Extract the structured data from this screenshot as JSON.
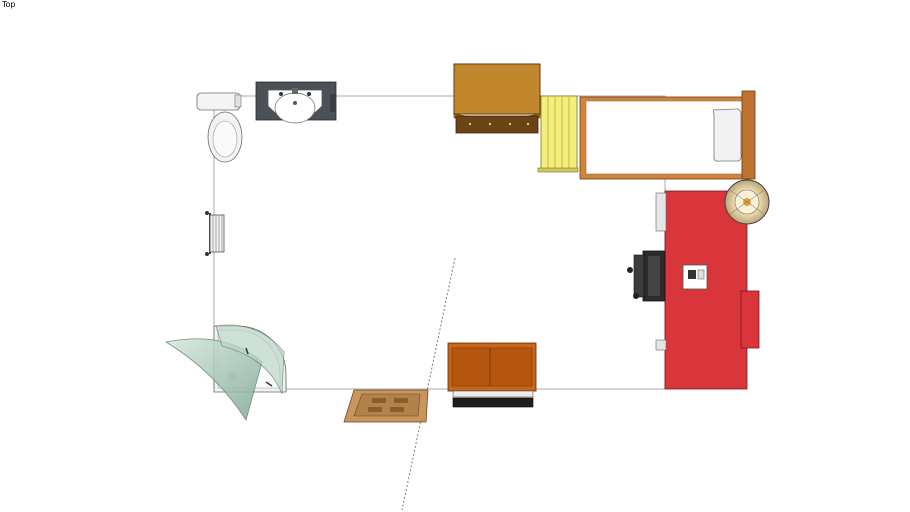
{
  "view": {
    "label": "Top"
  },
  "scene": {
    "objects": [
      {
        "name": "toilet"
      },
      {
        "name": "bathroom-sink"
      },
      {
        "name": "towel-rack"
      },
      {
        "name": "corner-shower"
      },
      {
        "name": "shower-tray"
      },
      {
        "name": "dresser"
      },
      {
        "name": "bedside-rack"
      },
      {
        "name": "single-bed"
      },
      {
        "name": "desk"
      },
      {
        "name": "desk-chair"
      },
      {
        "name": "floor-lamp"
      },
      {
        "name": "tv-cabinet"
      },
      {
        "name": "doormat"
      }
    ]
  },
  "colors": {
    "wall_line": "#a9a9a9",
    "desk_red": "#d8363b",
    "wood_dark": "#9a5a1c",
    "wood_orange": "#c8661a",
    "rack_yellow": "#f4ef7a",
    "bed_frame": "#d3833a",
    "sink_counter": "#4c5157",
    "shower_glass": "#a9c9b9"
  }
}
